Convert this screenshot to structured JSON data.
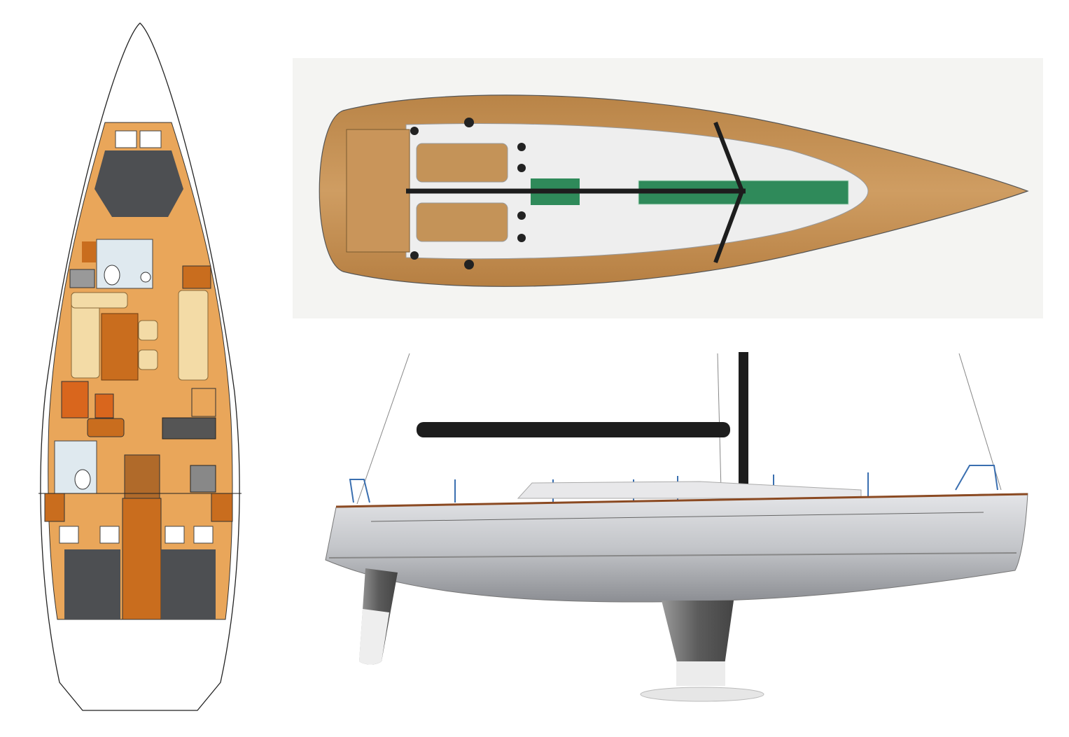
{
  "colors": {
    "background": "#ffffff",
    "deck_panel": "#f4f4f2",
    "teak": "#c08a4e",
    "interior_wood": "#e9a65a",
    "interior_dark_wood": "#c96d1e",
    "cushion": "#f3dba6",
    "berth": "#4d4f52",
    "hull_gray": "#c9cbcf",
    "mast": "#1d1d1d",
    "solar_green": "#2f8a5a"
  },
  "views": {
    "interior_plan": "interior-layout",
    "deck_plan": "deck-layout",
    "profile": "side-profile"
  }
}
